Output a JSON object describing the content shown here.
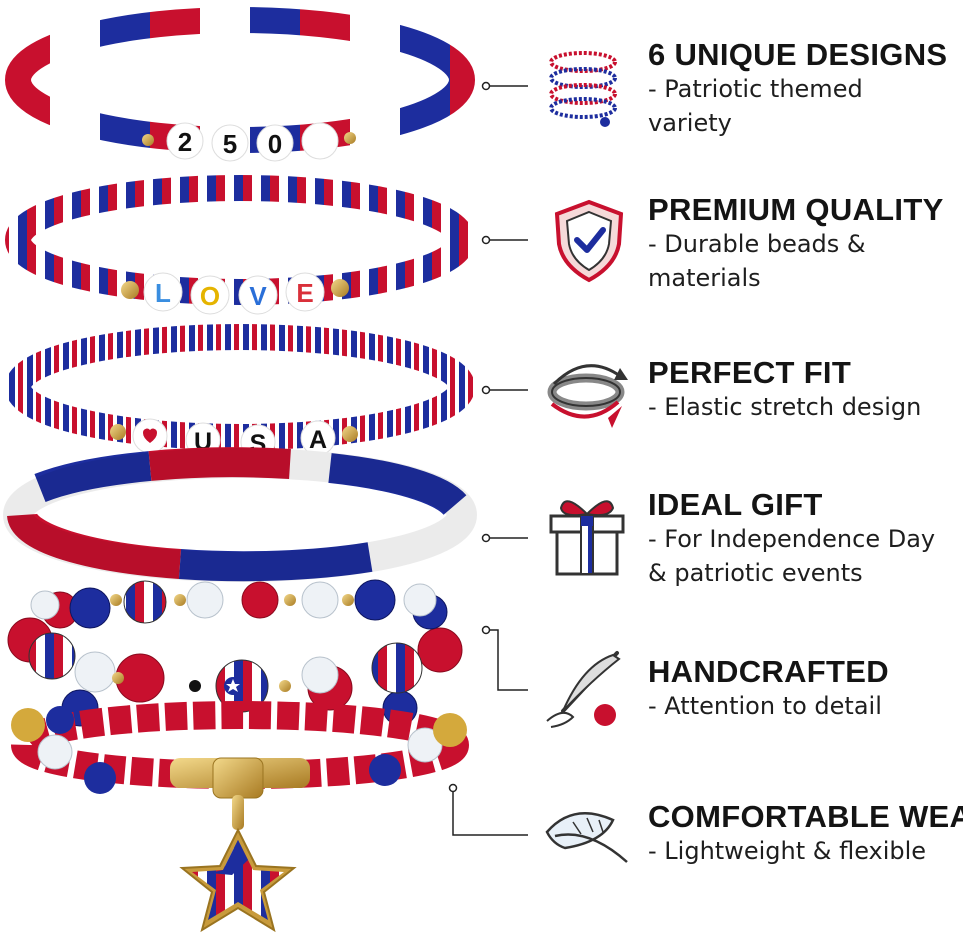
{
  "colors": {
    "red": "#c8102e",
    "navy": "#1d2d9e",
    "white": "#ffffff",
    "gold": "#c89b3c",
    "ink": "#141414"
  },
  "bracelet_letters": {
    "b1": [
      "2",
      "5",
      "0"
    ],
    "b2": [
      "L",
      "O",
      "V",
      "E"
    ],
    "b3": [
      "U",
      "S",
      "A"
    ]
  },
  "features": [
    {
      "title": "6 UNIQUE DESIGNS",
      "desc": "- Patriotic themed\nvariety",
      "icon": "bracelet-stack-icon"
    },
    {
      "title": "PREMIUM QUALITY",
      "desc": "- Durable beads &\n materials",
      "icon": "shield-check-icon"
    },
    {
      "title": "PERFECT FIT",
      "desc": "- Elastic stretch design",
      "icon": "stretch-band-icon"
    },
    {
      "title": "IDEAL GIFT",
      "desc": "- For Independence Day\n& patriotic events",
      "icon": "gift-box-icon"
    },
    {
      "title": "HANDCRAFTED",
      "desc": "- Attention to detail",
      "icon": "needle-bead-icon"
    },
    {
      "title": "COMFORTABLE WEAR",
      "desc": "- Lightweight & flexible",
      "icon": "feather-icon"
    }
  ]
}
